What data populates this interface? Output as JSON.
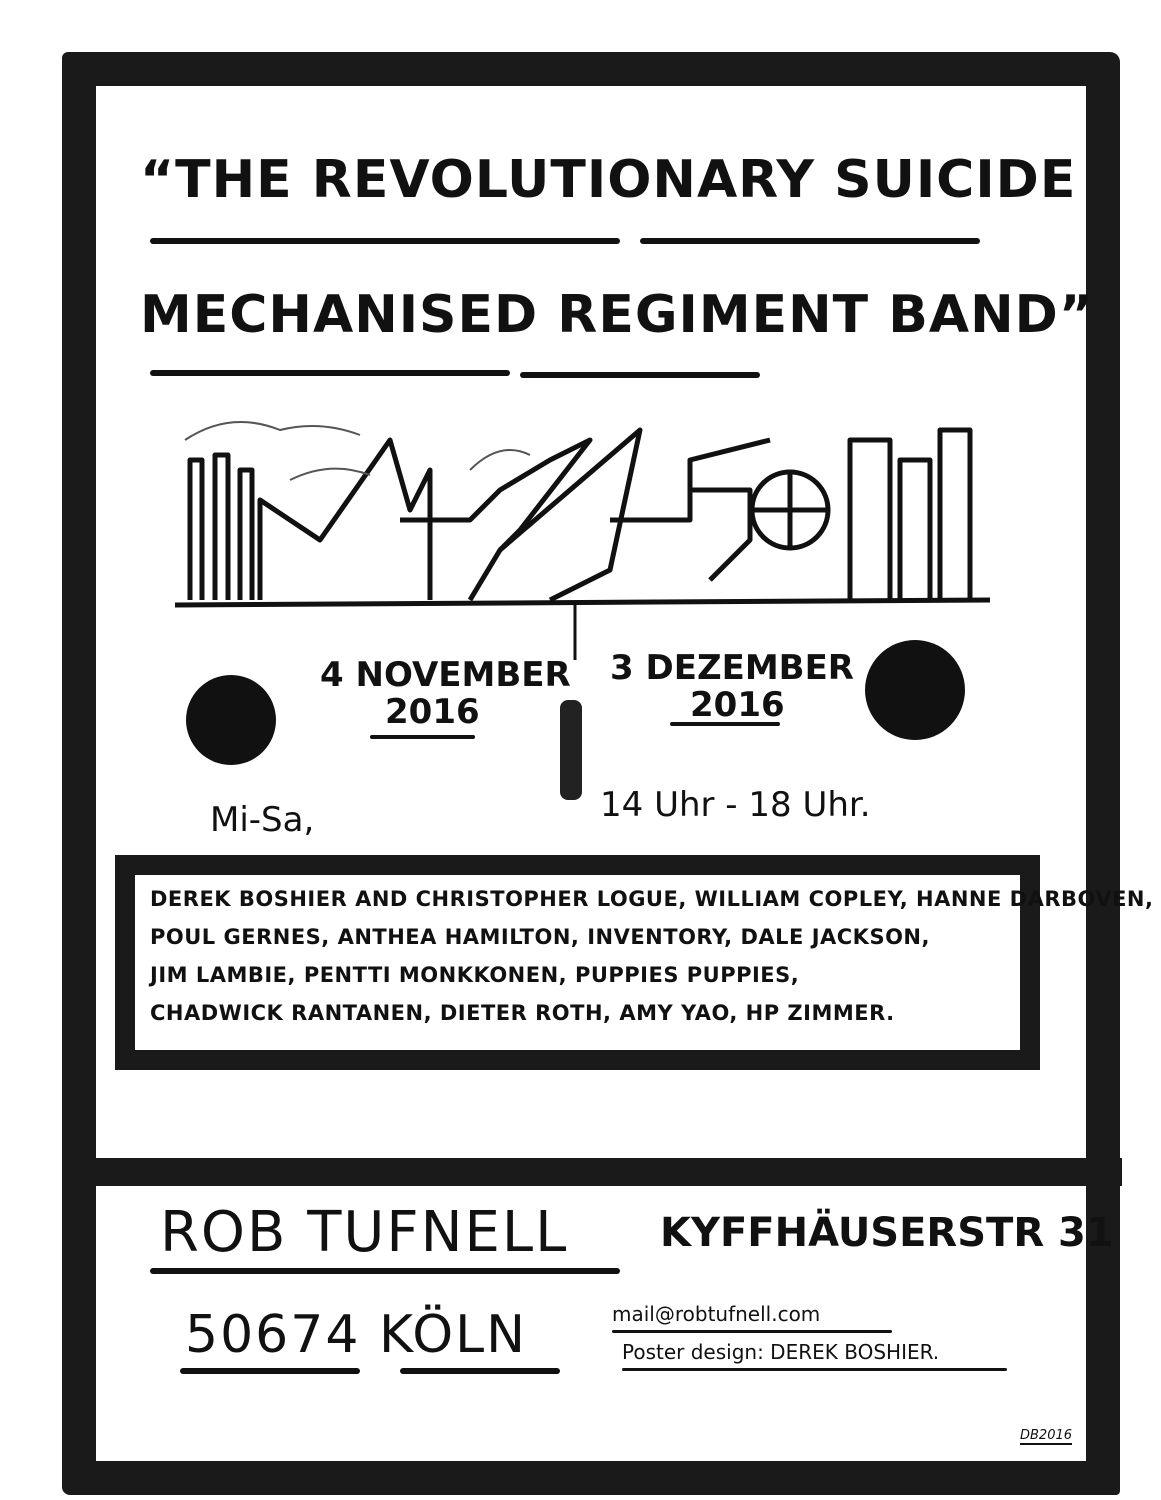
{
  "poster": {
    "title_line1": "“THE REVOLUTIONARY SUICIDE",
    "title_line2": "MECHANISED REGIMENT BAND”",
    "date_start": "4 NOVEMBER",
    "date_start_year": "2016",
    "date_end": "3 DEZEMBER",
    "date_end_year": "2016",
    "days": "Mi-Sa,",
    "hours": "14 Uhr - 18 Uhr.",
    "artists": [
      "DEREK BOSHIER AND CHRISTOPHER LOGUE, WILLIAM COPLEY, HANNE DARBOVEN,",
      "POUL GERNES, ANTHEA HAMILTON, INVENTORY, DALE JACKSON,",
      "JIM LAMBIE, PENTTI MONKKONEN, PUPPIES PUPPIES,",
      "CHADWICK RANTANEN, DIETER ROTH, AMY YAO, HP ZIMMER."
    ],
    "gallery": "ROB TUFNELL",
    "street": "KYFFHÄUSERSTR 31",
    "city": "50674 KÖLN",
    "email": "mail@robtufnell.com",
    "credit": "Poster design: DEREK BOSHIER.",
    "signature": "DB2016"
  }
}
